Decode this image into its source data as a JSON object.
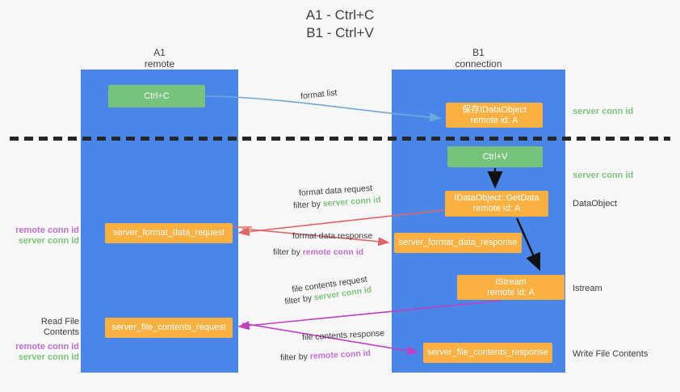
{
  "title": {
    "line1": "A1 - Ctrl+C",
    "line2": "B1 - Ctrl+V"
  },
  "colors": {
    "lane": "#4a86e8",
    "green_box": "#76c47b",
    "orange_box": "#fbb042",
    "server_conn_id": "#7dc47f",
    "remote_conn_id": "#c36fd0",
    "arrow_format_list": "#6fa8dc",
    "arrow_format_data": "#e06666",
    "arrow_file_contents": "#c23fc2",
    "arrow_internal": "#000000",
    "background": "#f7f7f7",
    "separator": "#262626"
  },
  "columns": [
    {
      "name": "A1",
      "role": "remote"
    },
    {
      "name": "B1",
      "role": "connection"
    }
  ],
  "boxes": {
    "ctrl_c": {
      "line1": "Ctrl+C",
      "line2": ""
    },
    "idataobject": {
      "line1": "保存IDataObject",
      "line2": "remote id: A"
    },
    "ctrl_v": {
      "line1": "Ctrl+V",
      "line2": ""
    },
    "getdata": {
      "line1": "IDataObject::GetData",
      "line2": "remote id: A"
    },
    "format_data_request": {
      "line1": "server_format_data_request",
      "line2": ""
    },
    "format_data_response": {
      "line1": "server_format_data_response",
      "line2": ""
    },
    "istream": {
      "line1": "IStream",
      "line2": "remote id: A"
    },
    "file_contents_request": {
      "line1": "server_file_contents_request",
      "line2": ""
    },
    "file_contents_response": {
      "line1": "server_file_contents_response",
      "line2": ""
    }
  },
  "flows": {
    "format_list": {
      "label": "format list"
    },
    "format_data_request": {
      "label": "format data request",
      "filter_prefix": "filter by ",
      "filter_key": "server conn id"
    },
    "format_data_response": {
      "label": "format data response",
      "filter_prefix": "filter by ",
      "filter_key": "remote conn id"
    },
    "file_contents_request": {
      "label": "file contents request",
      "filter_prefix": "filter by ",
      "filter_key": "server conn id"
    },
    "file_contents_response": {
      "label": "file contents response",
      "filter_prefix": "filter by ",
      "filter_key": "remote conn id"
    }
  },
  "right_labels": {
    "server_conn_id_top": "server conn id",
    "server_conn_id_mid": "server conn id",
    "dataobject": "DataObject",
    "istream": "Istream",
    "write_file_contents": "Write File Contents"
  },
  "left_labels": {
    "remote_conn_id_1": "remote conn id",
    "server_conn_id_1": "server conn id",
    "read_file_contents": "Read File Contents",
    "remote_conn_id_2": "remote conn id",
    "server_conn_id_2": "server conn id"
  }
}
